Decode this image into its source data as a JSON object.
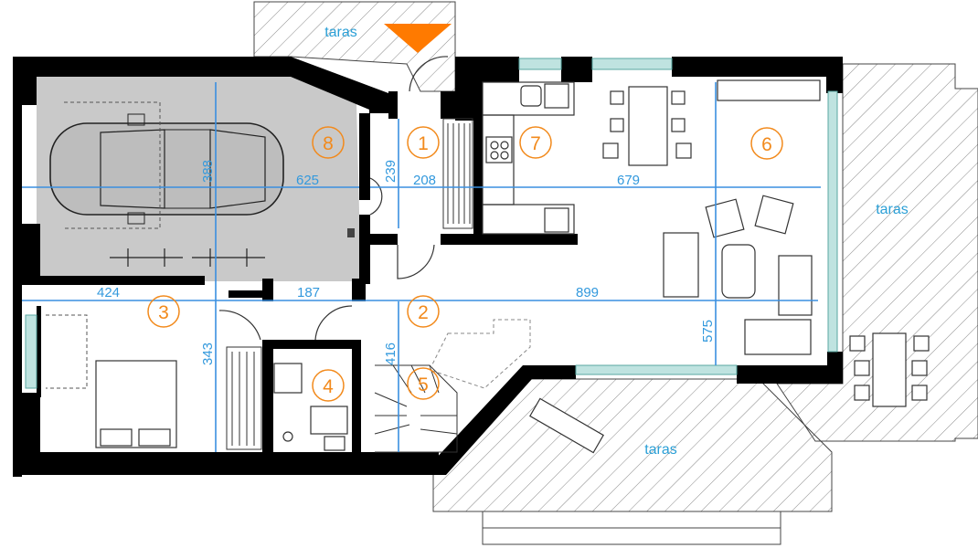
{
  "rooms": [
    "1",
    "2",
    "3",
    "4",
    "5",
    "6",
    "7",
    "8"
  ],
  "dimensions": {
    "d388": "388",
    "d625": "625",
    "d239": "239",
    "d208": "208",
    "d679": "679",
    "d424": "424",
    "d187": "187",
    "d899": "899",
    "d343": "343",
    "d416": "416",
    "d575": "575"
  },
  "labels": {
    "terrace_top": "taras",
    "terrace_right": "taras",
    "terrace_bottom": "taras"
  },
  "colors": {
    "room_number": "#f28a1c",
    "dimension": "#3399dd",
    "label": "#2a9fd6",
    "garage_floor": "#c8c8c8",
    "wall": "#000000",
    "entrance_marker": "#ff7a00"
  },
  "icons": {
    "entrance_marker": "triangle-down"
  }
}
